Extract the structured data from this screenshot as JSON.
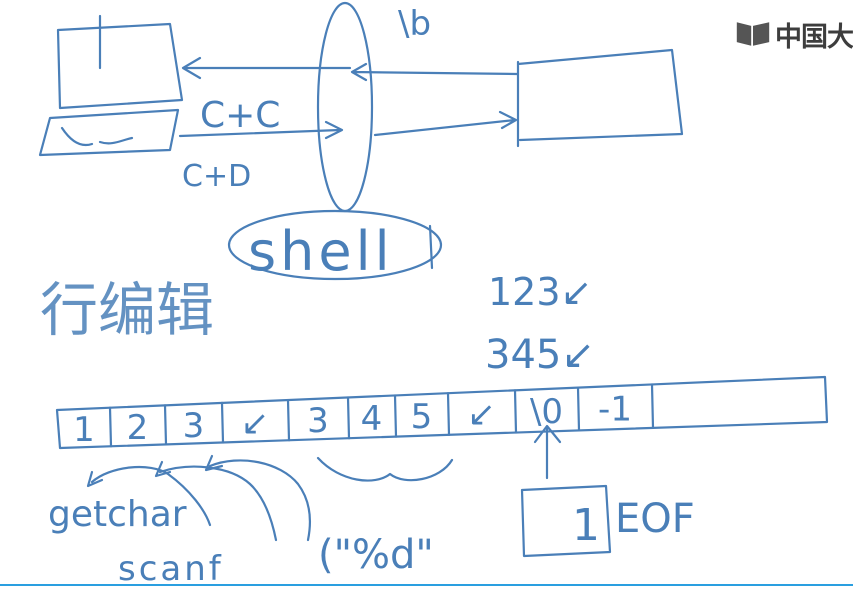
{
  "watermark": {
    "logo_icon": "mooc-book-icon",
    "text": "中国大"
  },
  "colors": {
    "ink": "#4a7fb8",
    "rule": "#2a9fe0",
    "watermark": "#3d3d3d"
  },
  "terminal": {
    "from_shell_arrow_label": "C+C",
    "to_shell_arrow_label": "C+D",
    "program_label": "\\b",
    "shell_label": "shell"
  },
  "line_edit": {
    "heading": "行编辑",
    "input_line_1": "123↙",
    "input_line_2": "345↙"
  },
  "buffer": {
    "cells": [
      "1",
      "2",
      "3",
      "↙",
      "3",
      "4",
      "5",
      "↙",
      "\\0",
      "-1"
    ]
  },
  "notes": {
    "getchar": "getchar",
    "scanf": "scanf",
    "format": "(\"%d\"",
    "eof_box_value": "1",
    "eof_label": "EOF"
  }
}
